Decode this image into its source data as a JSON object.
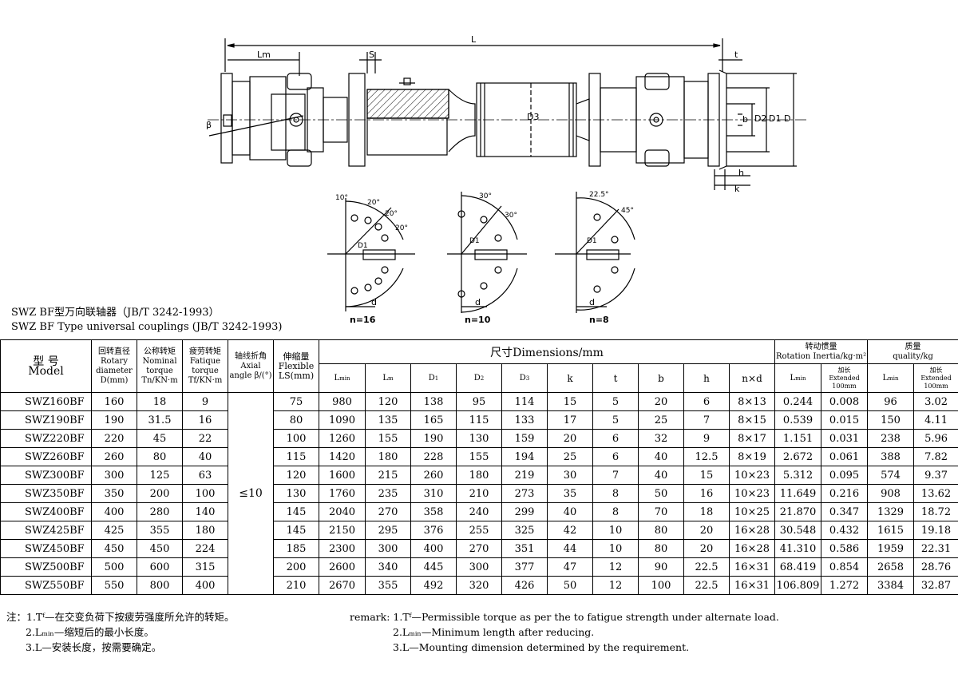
{
  "drawing": {
    "dimension_labels": {
      "L": "L",
      "Lm": "Lm",
      "S": "S",
      "t": "t",
      "beta": "β",
      "D": "D",
      "D1": "D1",
      "D2": "D2",
      "D3": "D3",
      "b": "b",
      "h": "h",
      "k": "k",
      "d": "d"
    },
    "hole_patterns": [
      {
        "label": "n=16",
        "angles": [
          "10°",
          "20°",
          "20°",
          "20°"
        ]
      },
      {
        "label": "n=10",
        "angles": [
          "30°",
          "30°"
        ]
      },
      {
        "label": "n=8",
        "angles": [
          "22.5°",
          "45°"
        ]
      }
    ]
  },
  "caption": {
    "cn": "SWZ BF型万向联轴器（JB/T 3242-1993）",
    "en": "SWZ BF Type universal couplings (JB/T 3242-1993)"
  },
  "table": {
    "headers": {
      "model": {
        "cn": "型 号",
        "en": "Model"
      },
      "rotary": {
        "cn": "回转直径",
        "en": "Rotary diameter D(mm)"
      },
      "nominal": {
        "cn": "公称转矩",
        "en": "Nominal torque Tn/KN·m"
      },
      "fatigue": {
        "cn": "疲劳转矩",
        "en": "Fatique torque Tf/KN·m"
      },
      "axial": {
        "cn": "轴线折角",
        "en": "Axial angle β/(°)"
      },
      "flexible": {
        "cn": "伸缩量",
        "en": "Flexible LS(mm)"
      },
      "dimensions": "尺寸Dimensions/mm",
      "inertia": {
        "cn": "转动惯量",
        "en": "Rotation Inertia/kg·m²"
      },
      "mass": {
        "cn": "质量",
        "en": "quality/kg"
      },
      "dim_cols": [
        "L",
        "L",
        "D",
        "D",
        "D",
        "k",
        "t",
        "b",
        "h",
        "n×d"
      ],
      "dim_subs": [
        "min",
        "m",
        "1",
        "2",
        "3",
        "",
        "",
        "",
        "",
        ""
      ],
      "lmin": "L",
      "lmin_sub": "min",
      "extended": {
        "cn": "加长",
        "en": "Extended",
        "unit": "100mm"
      }
    },
    "axial_value": "≤10",
    "rows": [
      [
        "SWZ160BF",
        "160",
        "18",
        "9",
        "75",
        "980",
        "120",
        "138",
        "95",
        "114",
        "15",
        "5",
        "20",
        "6",
        "8×13",
        "0.244",
        "0.008",
        "96",
        "3.02"
      ],
      [
        "SWZ190BF",
        "190",
        "31.5",
        "16",
        "80",
        "1090",
        "135",
        "165",
        "115",
        "133",
        "17",
        "5",
        "25",
        "7",
        "8×15",
        "0.539",
        "0.015",
        "150",
        "4.11"
      ],
      [
        "SWZ220BF",
        "220",
        "45",
        "22",
        "100",
        "1260",
        "155",
        "190",
        "130",
        "159",
        "20",
        "6",
        "32",
        "9",
        "8×17",
        "1.151",
        "0.031",
        "238",
        "5.96"
      ],
      [
        "SWZ260BF",
        "260",
        "80",
        "40",
        "115",
        "1420",
        "180",
        "228",
        "155",
        "194",
        "25",
        "6",
        "40",
        "12.5",
        "8×19",
        "2.672",
        "0.061",
        "388",
        "7.82"
      ],
      [
        "SWZ300BF",
        "300",
        "125",
        "63",
        "120",
        "1600",
        "215",
        "260",
        "180",
        "219",
        "30",
        "7",
        "40",
        "15",
        "10×23",
        "5.312",
        "0.095",
        "574",
        "9.37"
      ],
      [
        "SWZ350BF",
        "350",
        "200",
        "100",
        "130",
        "1760",
        "235",
        "310",
        "210",
        "273",
        "35",
        "8",
        "50",
        "16",
        "10×23",
        "11.649",
        "0.216",
        "908",
        "13.62"
      ],
      [
        "SWZ400BF",
        "400",
        "280",
        "140",
        "145",
        "2040",
        "270",
        "358",
        "240",
        "299",
        "40",
        "8",
        "70",
        "18",
        "10×25",
        "21.870",
        "0.347",
        "1329",
        "18.72"
      ],
      [
        "SWZ425BF",
        "425",
        "355",
        "180",
        "145",
        "2150",
        "295",
        "376",
        "255",
        "325",
        "42",
        "10",
        "80",
        "20",
        "16×28",
        "30.548",
        "0.432",
        "1615",
        "19.18"
      ],
      [
        "SWZ450BF",
        "450",
        "450",
        "224",
        "185",
        "2300",
        "300",
        "400",
        "270",
        "351",
        "44",
        "10",
        "80",
        "20",
        "16×28",
        "41.310",
        "0.586",
        "1959",
        "22.31"
      ],
      [
        "SWZ500BF",
        "500",
        "600",
        "315",
        "200",
        "2600",
        "340",
        "445",
        "300",
        "377",
        "47",
        "12",
        "90",
        "22.5",
        "16×31",
        "68.419",
        "0.854",
        "2658",
        "28.76"
      ],
      [
        "SWZ550BF",
        "550",
        "800",
        "400",
        "210",
        "2670",
        "355",
        "492",
        "320",
        "426",
        "50",
        "12",
        "100",
        "22.5",
        "16×31",
        "106.809",
        "1.272",
        "3384",
        "32.87"
      ]
    ]
  },
  "notes": {
    "cn": [
      "注：1.Tᶠ—在交变负荷下按疲劳强度所允许的转矩。",
      "2.Lₘᵢₙ—缩短后的最小长度。",
      "3.L—安装长度，按需要确定。"
    ],
    "en": [
      "remark: 1.Tᶠ—Permissible torque as per the to fatigue strength under alternate load.",
      "2.Lₘᵢₙ—Minimum length after reducing.",
      "3.L—Mounting dimension determined by the requirement."
    ]
  }
}
